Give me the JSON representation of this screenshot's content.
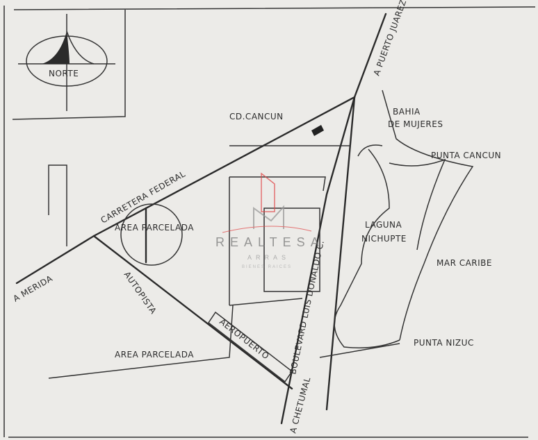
{
  "compass": {
    "label": "NORTE"
  },
  "labels": {
    "city": "CD.CANCUN",
    "puerto_juarez": "A PUERTO JUAREZ",
    "bahia_1": "BAHIA",
    "bahia_2": "DE MUJERES",
    "punta_cancun": "PUNTA CANCUN",
    "carretera": "CARRETERA FEDERAL",
    "area_parcelada_1": "AREA PARCELADA",
    "area_parcelada_2": "AREA PARCELADA",
    "laguna_1": "LAGUNA",
    "laguna_2": "NICHUPTE",
    "mar_caribe": "MAR CARIBE",
    "merida": "A MERIDA",
    "autopista": "AUTOPISTA",
    "boulevard": "BOULEVARD LUIS DONALDO C.",
    "aeropuerto": "AEROPUERTO",
    "punta_nizuc": "PUNTA NIZUC",
    "chetumal": "A CHETUMAL"
  },
  "watermark": {
    "brand": "REALTESA",
    "sub": "ARRAS",
    "tagline": "BIENES RAICES",
    "accent": "#e04848"
  }
}
